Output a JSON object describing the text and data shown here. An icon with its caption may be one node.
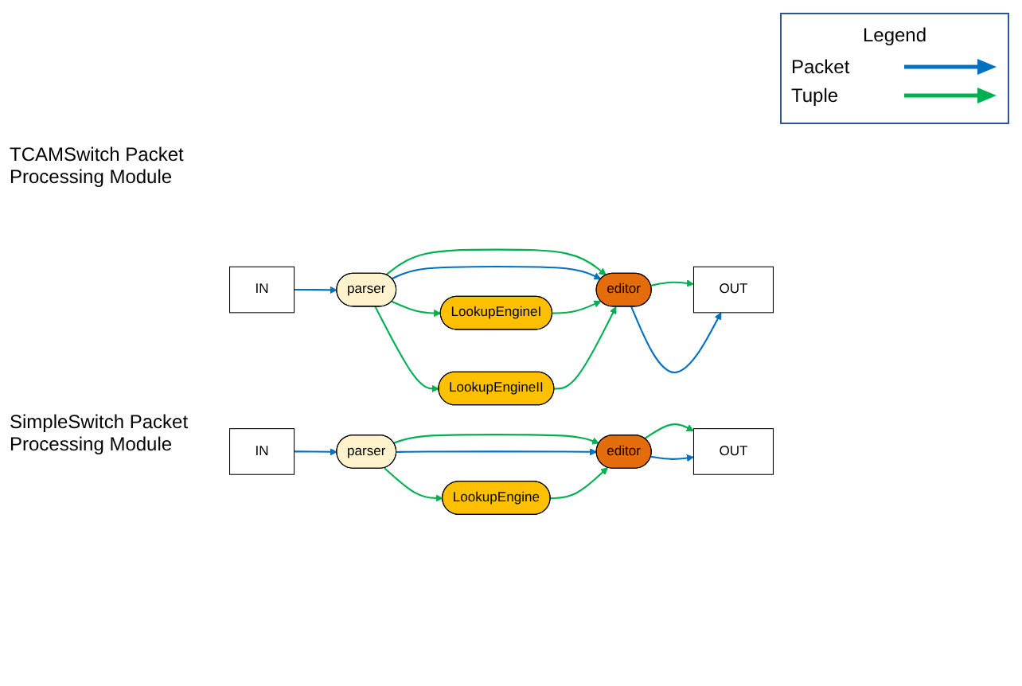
{
  "diagram": {
    "nodes": [
      {
        "text": [
          "IN"
        ]
      },
      {
        "text": [
          "parser"
        ]
      },
      {
        "text": [
          "LookupEngineI"
        ]
      },
      {
        "text": [
          "editor"
        ]
      },
      {
        "text": [
          "LookupEngineII"
        ]
      },
      {
        "text": [
          "OUT"
        ]
      },
      {
        "text": [
          "IN"
        ]
      },
      {
        "text": [
          "parser"
        ]
      },
      {
        "text": [
          "LookupEngine"
        ]
      },
      {
        "text": [
          "editor"
        ]
      },
      {
        "text": [
          "OUT"
        ]
      }
    ],
    "edges": [
      {
        "from": 0,
        "to": 1,
        "arrow": "to",
        "color": "#0070c0"
      },
      {
        "from": 1,
        "to": 2,
        "arrow": "to"
      },
      {
        "from": 1,
        "to": 3,
        "arrow": "to"
      },
      {
        "from": 1,
        "to": 3,
        "arrow": "to",
        "color": "#0070c0"
      },
      {
        "from": 1,
        "to": 4,
        "arrow": "to"
      },
      {
        "from": 2,
        "to": 3,
        "arrow": "to"
      },
      {
        "from": 4,
        "to": 3,
        "arrow": "to"
      },
      {
        "from": 3,
        "to": 5,
        "arrow": "to"
      },
      {
        "from": 3,
        "to": 5,
        "arrow": "to",
        "color": "#0070c0"
      },
      {
        "from": 6,
        "to": 7,
        "arrow": "to",
        "color": "#0070c0"
      },
      {
        "from": 7,
        "to": 8,
        "arrow": "to"
      },
      {
        "from": 7,
        "to": 9,
        "arrow": "to"
      },
      {
        "from": 7,
        "to": 9,
        "arrow": "to",
        "color": "#0070c0"
      },
      {
        "from": 8,
        "to": 9,
        "arrow": "to"
      },
      {
        "from": 9,
        "to": 10,
        "arrow": "to"
      },
      {
        "from": 9,
        "to": 10,
        "arrow": "to",
        "color": "#0070c0"
      }
    ],
    "labels": [
      "Legend",
      "TCAMSwitch Packet Processing Module",
      "SimpleSwitch Packet Processing Module"
    ],
    "legend": [
      {
        "text": "Packet"
      },
      {
        "text": "Tuple"
      }
    ]
  }
}
